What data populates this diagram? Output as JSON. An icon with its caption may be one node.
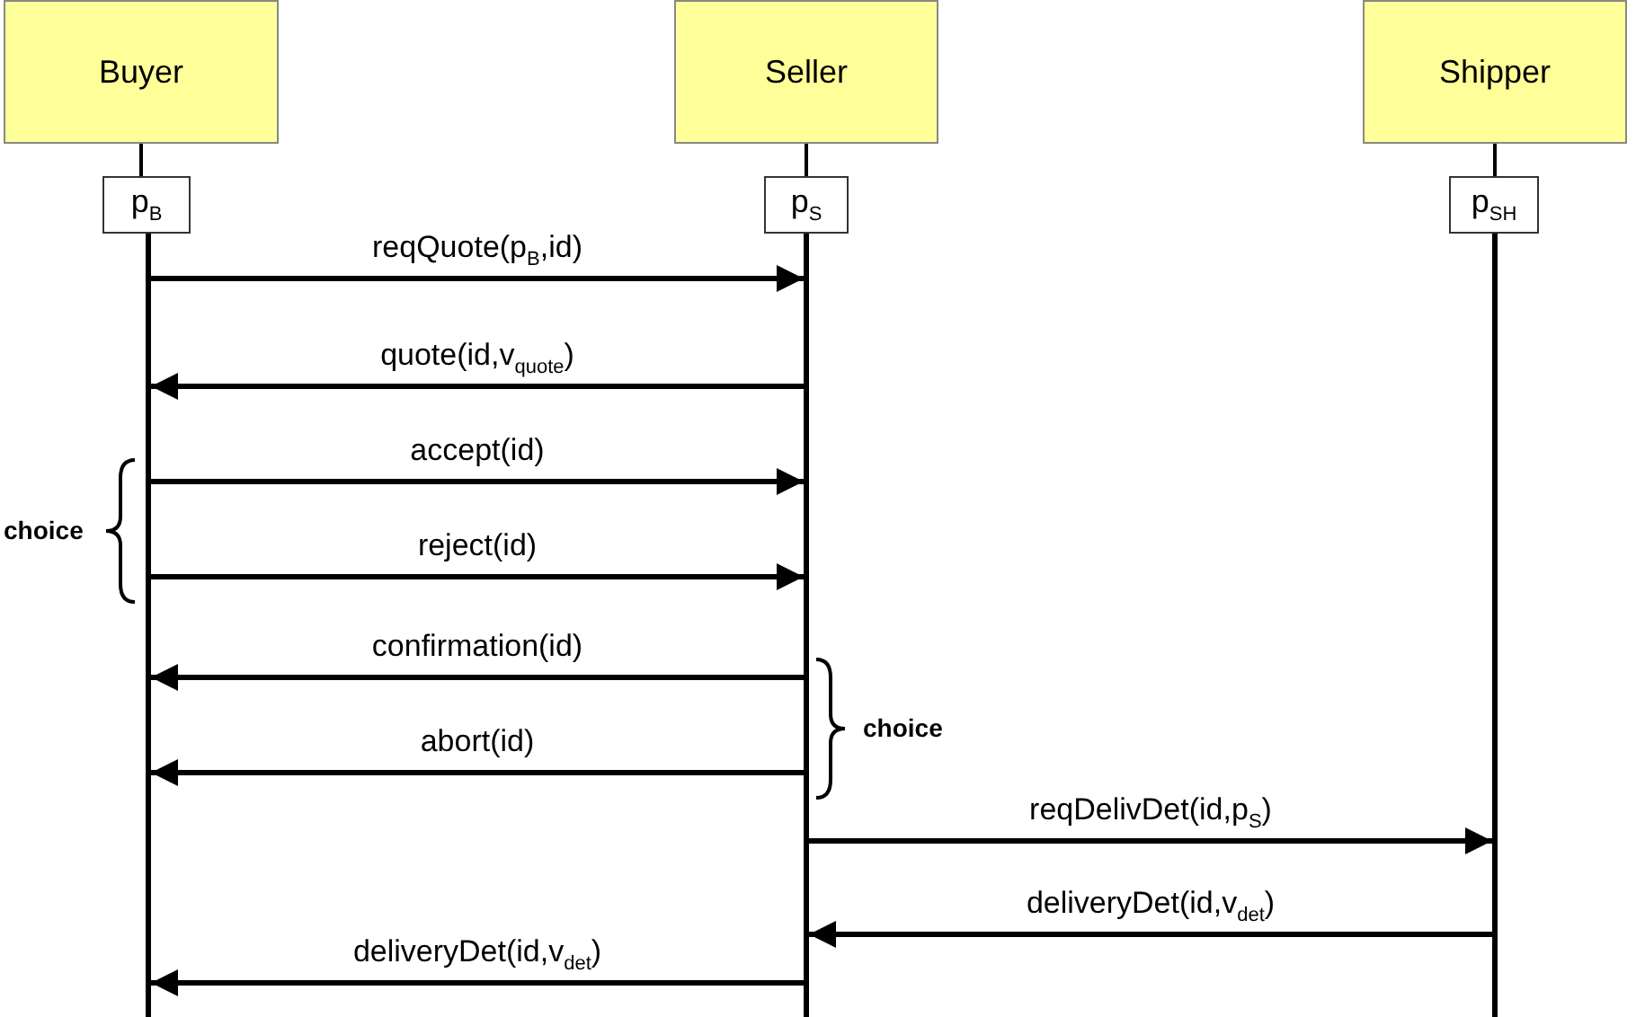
{
  "diagram": {
    "nodes": [
      {
        "text": [
          "Buyer"
        ]
      },
      {
        "text": [
          "Seller"
        ]
      },
      {
        "text": [
          "Shipper"
        ]
      },
      {
        "text": [
          "p$_{B}$"
        ]
      },
      {
        "text": [
          "p$_{S}$"
        ]
      },
      {
        "text": [
          "p$_{SH}$"
        ]
      },
      {
        "text": [],
        "shape": "bar"
      },
      {
        "text": [],
        "shape": "bar"
      },
      {
        "text": [],
        "shape": "bar"
      }
    ],
    "edges": [
      {
        "from": 0,
        "to": 3,
        "arrow": "none"
      },
      {
        "from": 1,
        "to": 4,
        "arrow": "none"
      },
      {
        "from": 2,
        "to": 5,
        "arrow": "none"
      },
      {
        "from": 6,
        "to": 7,
        "arrow": "to",
        "label": "reqQuote(p$_{B}$,id)"
      },
      {
        "from": 7,
        "to": 6,
        "arrow": "to",
        "label": "quote(id,v$_{quote}$)"
      },
      {
        "from": 6,
        "to": 7,
        "arrow": "to",
        "label": "accept(id)"
      },
      {
        "from": 6,
        "to": 7,
        "arrow": "to",
        "label": "reject(id)"
      },
      {
        "from": 7,
        "to": 6,
        "arrow": "to",
        "label": "confirmation(id)"
      },
      {
        "from": 7,
        "to": 6,
        "arrow": "to",
        "label": "abort(id)"
      },
      {
        "from": 7,
        "to": 8,
        "arrow": "to",
        "label": "reqDelivDet(id,p$_{S}$)"
      },
      {
        "from": 8,
        "to": 7,
        "arrow": "to",
        "label": "deliveryDet(id,v$_{det}$)"
      },
      {
        "from": 7,
        "to": 6,
        "arrow": "to",
        "label": "deliveryDet(id,v$_{det}$)"
      }
    ],
    "labels": [
      "choice",
      "choice"
    ]
  }
}
